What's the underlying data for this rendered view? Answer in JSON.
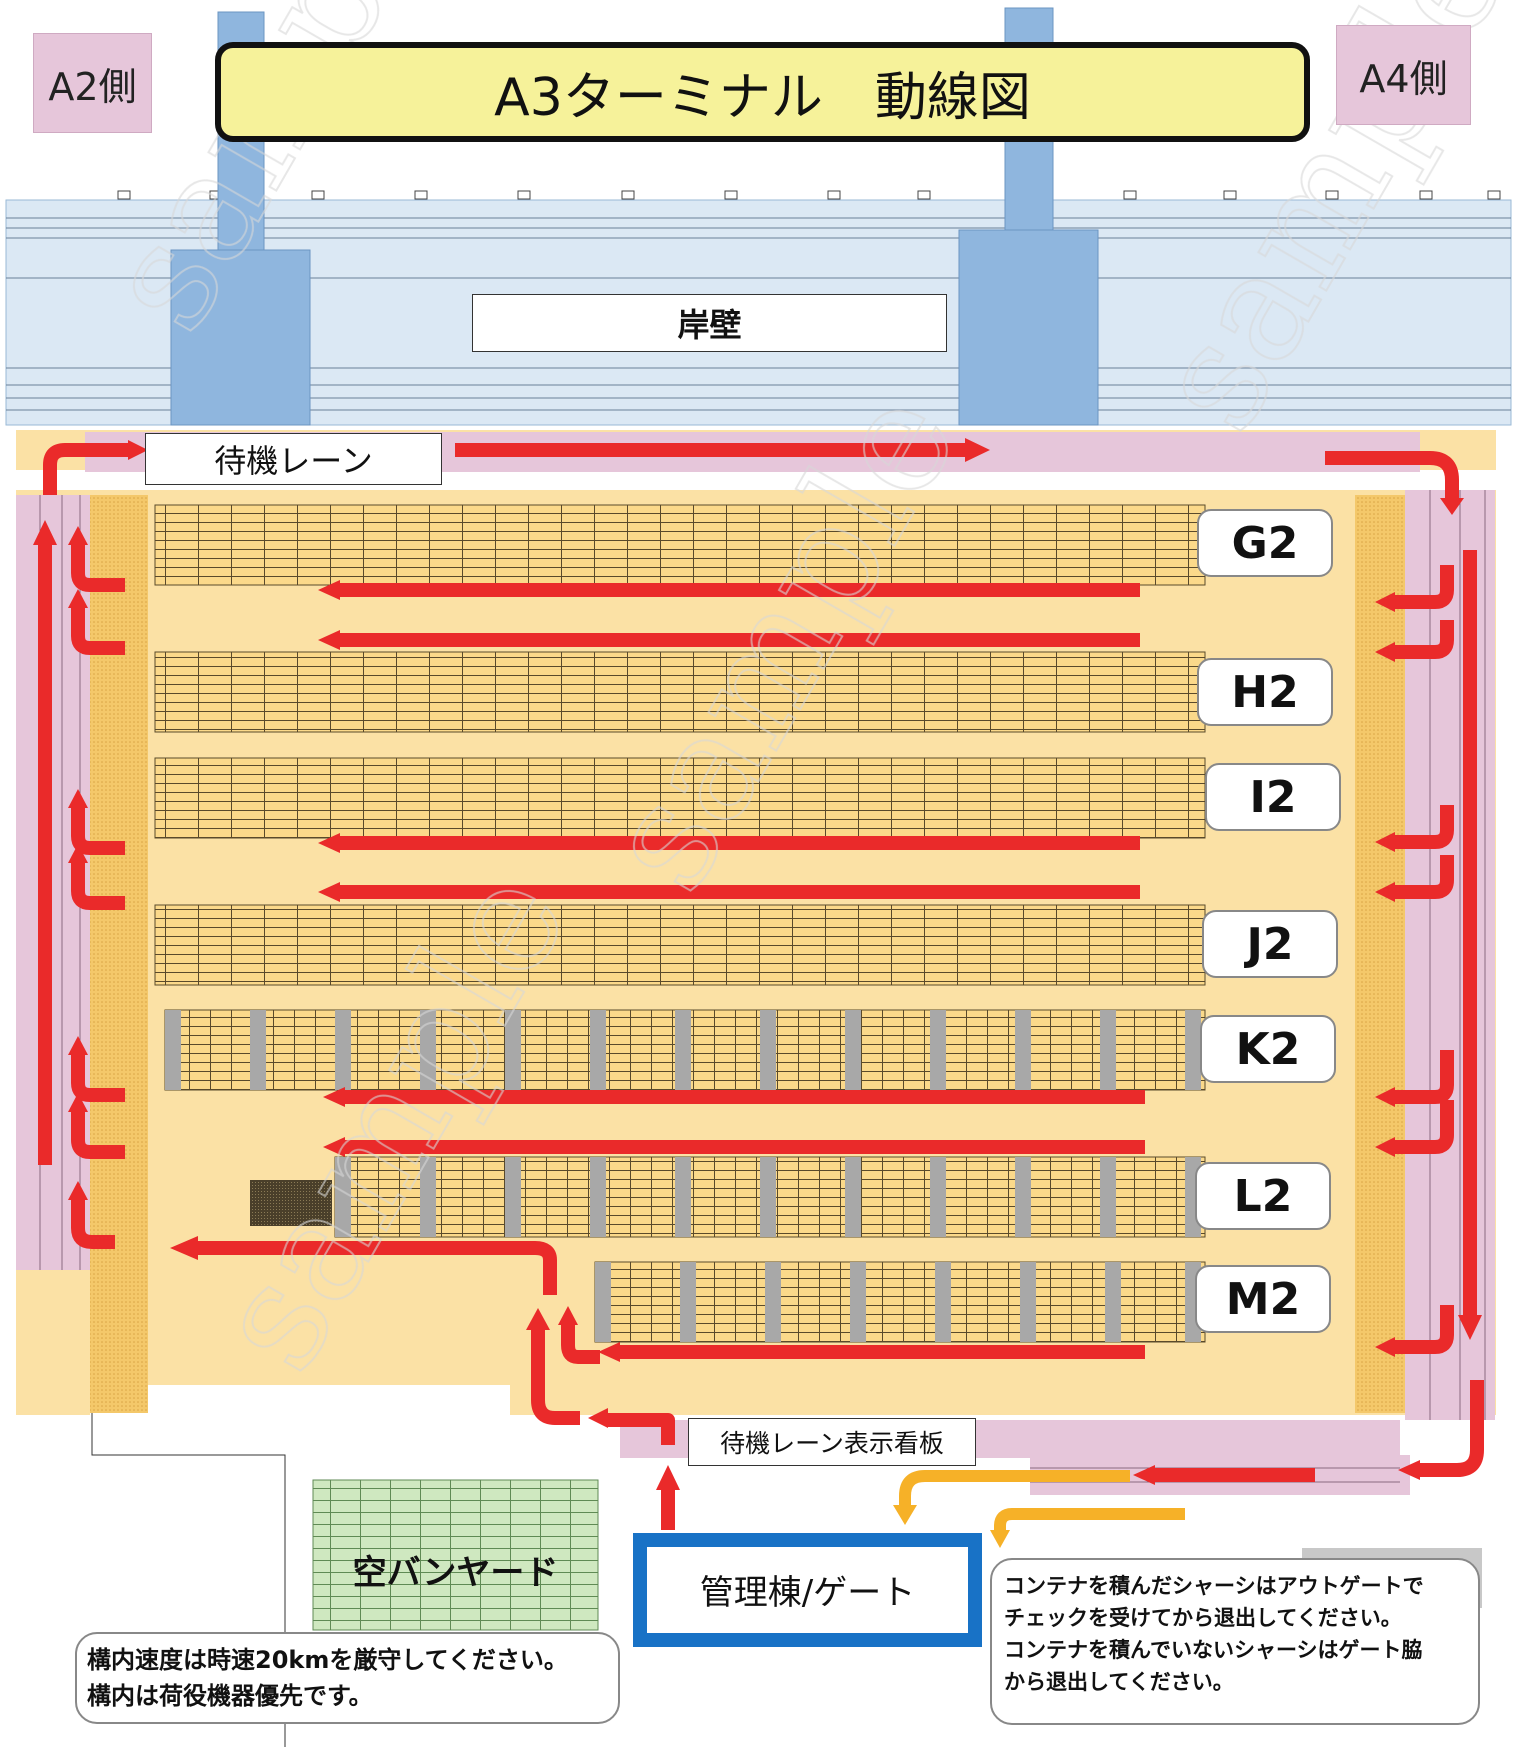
{
  "labels": {
    "a2_side": "A2側",
    "a4_side": "A4側",
    "title": "A3ターミナル　動線図",
    "quay": "岸壁",
    "waiting_lane": "待機レーン",
    "waiting_sign": "待機レーン表示看板",
    "empty_yard": "空バンヤード",
    "gate": "管理棟/ゲート"
  },
  "blocks": [
    "G2",
    "H2",
    "I2",
    "J2",
    "K2",
    "L2",
    "M2"
  ],
  "notes": {
    "speed": [
      "構内速度は時速20kmを厳守してください。",
      "構内は荷役機器優先です。"
    ],
    "exit": [
      "コンテナを積んだシャーシはアウトゲートで",
      "チェックを受けてから退出してください。",
      "コンテナを積んでいないシャーシはゲート脇",
      "から退出してください。"
    ]
  },
  "colors": {
    "yard": "#fbd98a",
    "lane": "#e6c6da",
    "sea": "#dbe8f4",
    "crane": "#8fb6de",
    "arrow": "#ea2a2a",
    "exit_arrow": "#f6b128",
    "title_bg": "#f6f29a",
    "gate_border": "#1872c6",
    "empty_yard": "#cfe8c0"
  },
  "watermark": "sample"
}
